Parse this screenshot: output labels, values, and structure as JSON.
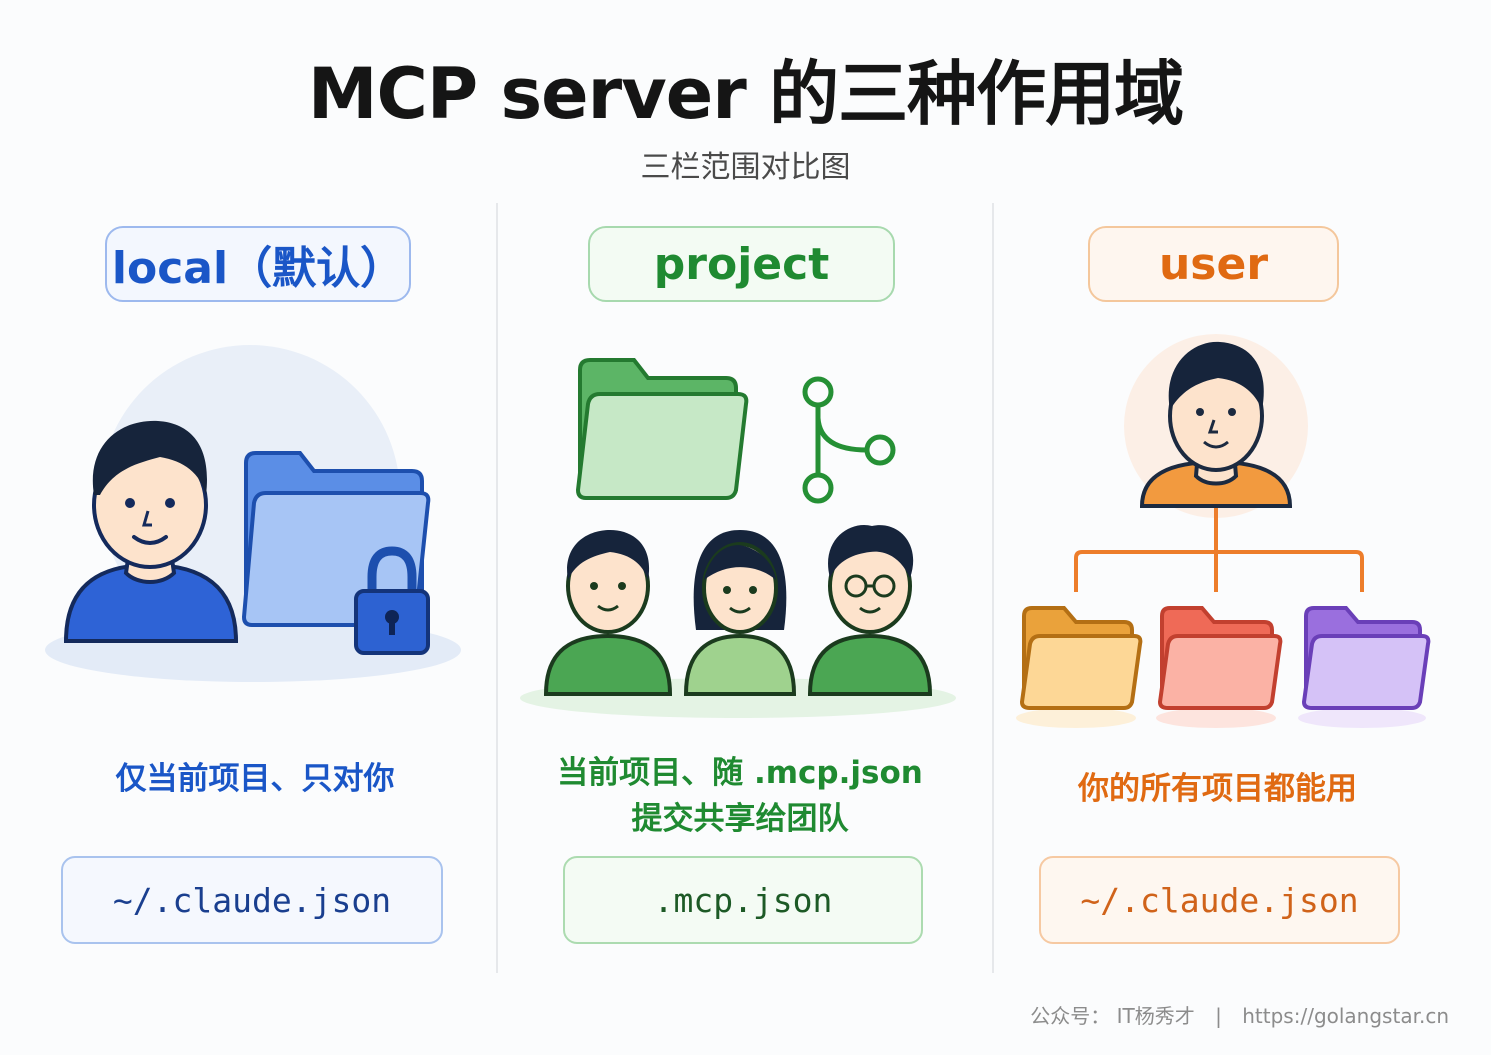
{
  "title": "MCP server 的三种作用域",
  "subtitle": "三栏范围对比图",
  "columns": [
    {
      "label": "local（默认）",
      "description": [
        "仅当前项目、只对你"
      ],
      "path": "~/.claude.json",
      "accent": "#1a56c7"
    },
    {
      "label": "project",
      "description": [
        "当前项目、随 .mcp.json",
        "提交共享给团队"
      ],
      "path": ".mcp.json",
      "accent": "#1f8a31"
    },
    {
      "label": "user",
      "description": [
        "你的所有项目都能用"
      ],
      "path": "~/.claude.json",
      "accent": "#e06a12"
    }
  ],
  "footer": {
    "account": "公众号： IT杨秀才",
    "separator": "|",
    "url": "https://golangstar.cn"
  }
}
